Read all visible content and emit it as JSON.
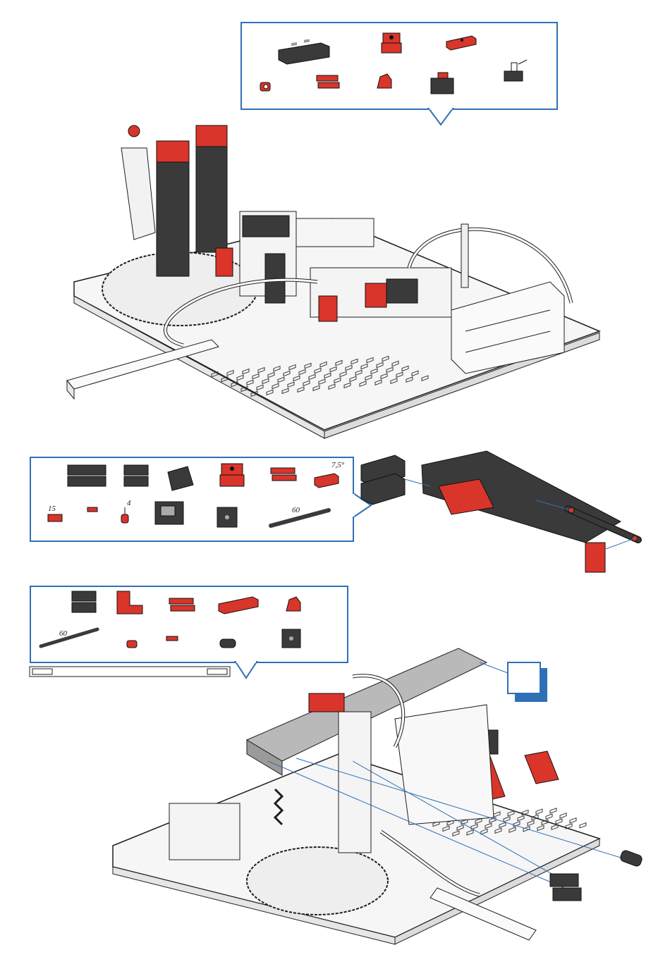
{
  "colors": {
    "frame_blue": "#2f6fb8",
    "brick_dark": "#3a3a3a",
    "brick_red": "#d9352a",
    "base_plate": "#f4f4f4",
    "outline": "#1e1e1e"
  },
  "panel2": {
    "labels": {
      "angle": "7,5°",
      "len15": "15",
      "len4": "4",
      "len60": "60"
    }
  },
  "panel3": {
    "labels": {
      "len60": "60"
    }
  }
}
